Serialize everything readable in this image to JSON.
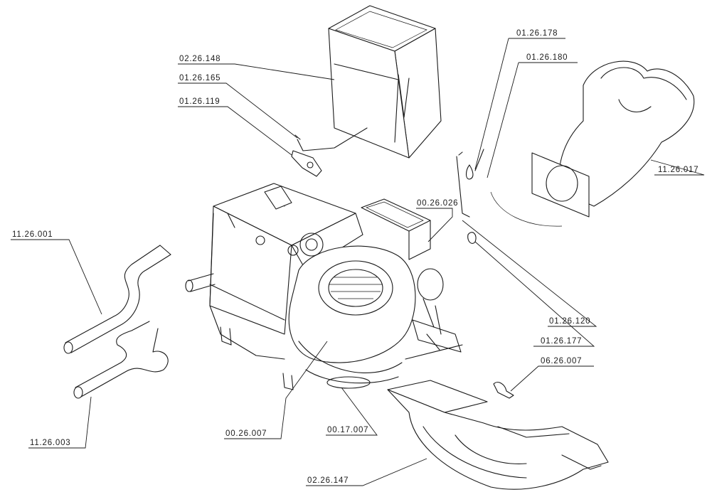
{
  "labels": {
    "p_022148": "02.26.148",
    "p_012165": "01.26.165",
    "p_012119": "01.26.119",
    "p_012178": "01.26.178",
    "p_012180": "01.26.180",
    "p_112017": "11.26.017",
    "p_002026": "00.26.026",
    "p_112001": "11.26.001",
    "p_012120": "01.26.120",
    "p_012177": "01.26.177",
    "p_062007": "06.26.007",
    "p_112003": "11.26.003",
    "p_002007": "00.26.007",
    "p_001707": "00.17.007",
    "p_022147": "02.26.147"
  }
}
